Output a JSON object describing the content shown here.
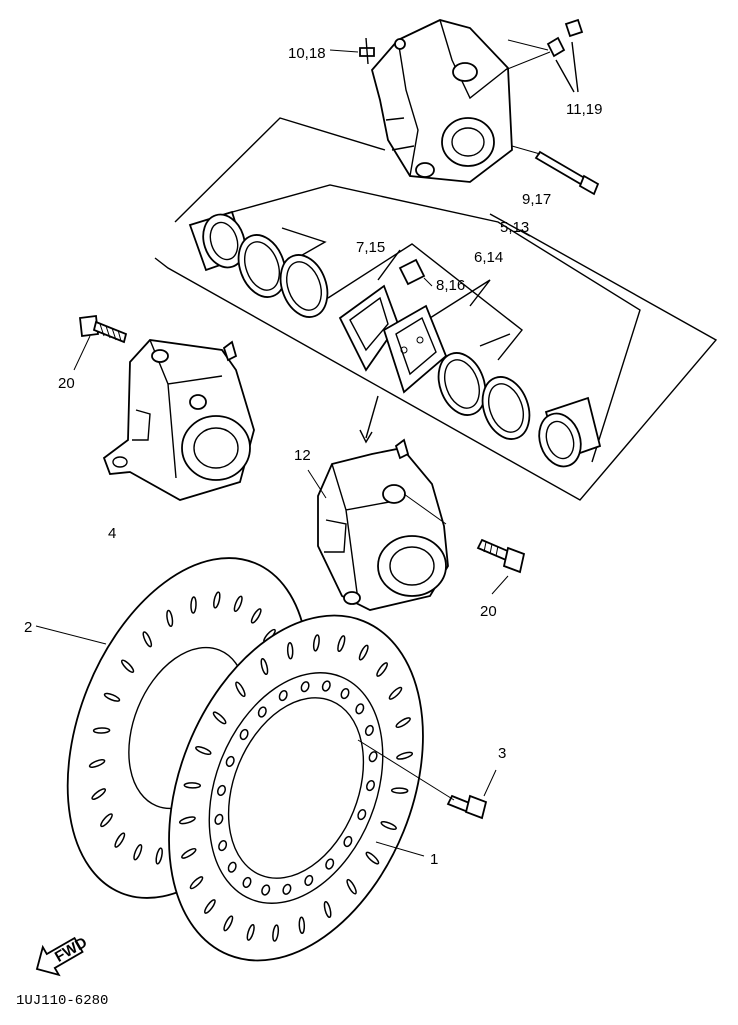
{
  "callouts": {
    "c_10_18": "10,18",
    "c_11_19": "11,19",
    "c_9_17": "9,17",
    "c_5_13": "5,13",
    "c_6_14": "6,14",
    "c_7_15": "7,15",
    "c_8_16": "8,16",
    "c_20a": "20",
    "c_20b": "20",
    "c_4": "4",
    "c_12": "12",
    "c_2": "2",
    "c_3": "3",
    "c_1": "1"
  },
  "fwd_label": "FWD",
  "diagram_code": "1UJ110-6280"
}
